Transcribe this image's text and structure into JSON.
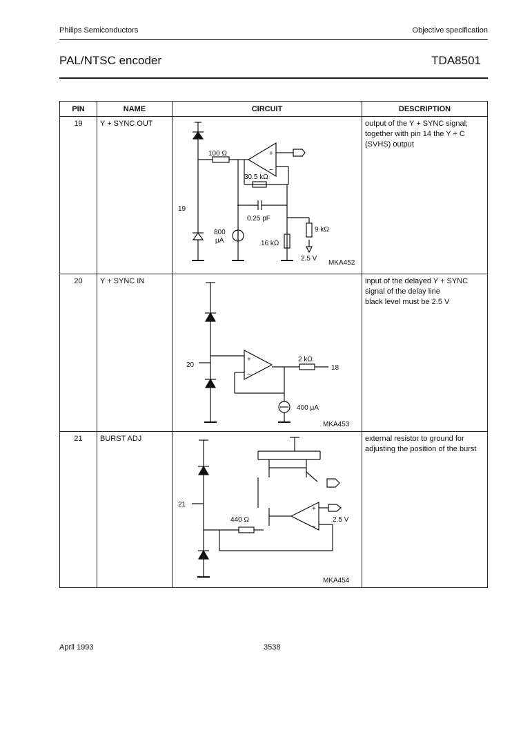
{
  "header": {
    "company": "Philips Semiconductors",
    "doc_type": "Objective specification"
  },
  "title": {
    "product": "PAL/NTSC encoder",
    "part": "TDA8501"
  },
  "table": {
    "headers": [
      "PIN",
      "NAME",
      "CIRCUIT",
      "DESCRIPTION"
    ],
    "rows": [
      {
        "pin": "19",
        "name": "Y + SYNC OUT",
        "desc": [
          "output of the Y + SYNC signal;",
          "together with pin 14 the Y + C",
          "(SVHS) output"
        ],
        "circuit_labels": {
          "r1": "100 Ω",
          "r2": "30.5 kΩ",
          "cap": "0.25 pF",
          "cs": "800",
          "cs_unit": "μA",
          "r3": "16 kΩ",
          "r4": "9 kΩ",
          "ref": "2.5 V",
          "pin": "19",
          "code": "MKA452",
          "plus": "+",
          "minus": "−"
        }
      },
      {
        "pin": "20",
        "name": "Y + SYNC IN",
        "desc": [
          "input of the delayed Y + SYNC",
          "signal of the delay line",
          "black level must be 2.5 V"
        ],
        "circuit_labels": {
          "r1": "2 kΩ",
          "cs": "400 μA",
          "pin": "20",
          "out_pin": "18",
          "code": "MKA453",
          "plus": "+",
          "minus": "−"
        }
      },
      {
        "pin": "21",
        "name": "BURST ADJ",
        "desc": [
          "external resistor to ground for",
          "adjusting the position of the burst"
        ],
        "circuit_labels": {
          "r1": "440 Ω",
          "ref": "2.5 V",
          "pin": "21",
          "code": "MKA454",
          "plus": "+",
          "minus": "−"
        }
      }
    ]
  },
  "footer": {
    "date": "April 1993",
    "page": "3538"
  }
}
